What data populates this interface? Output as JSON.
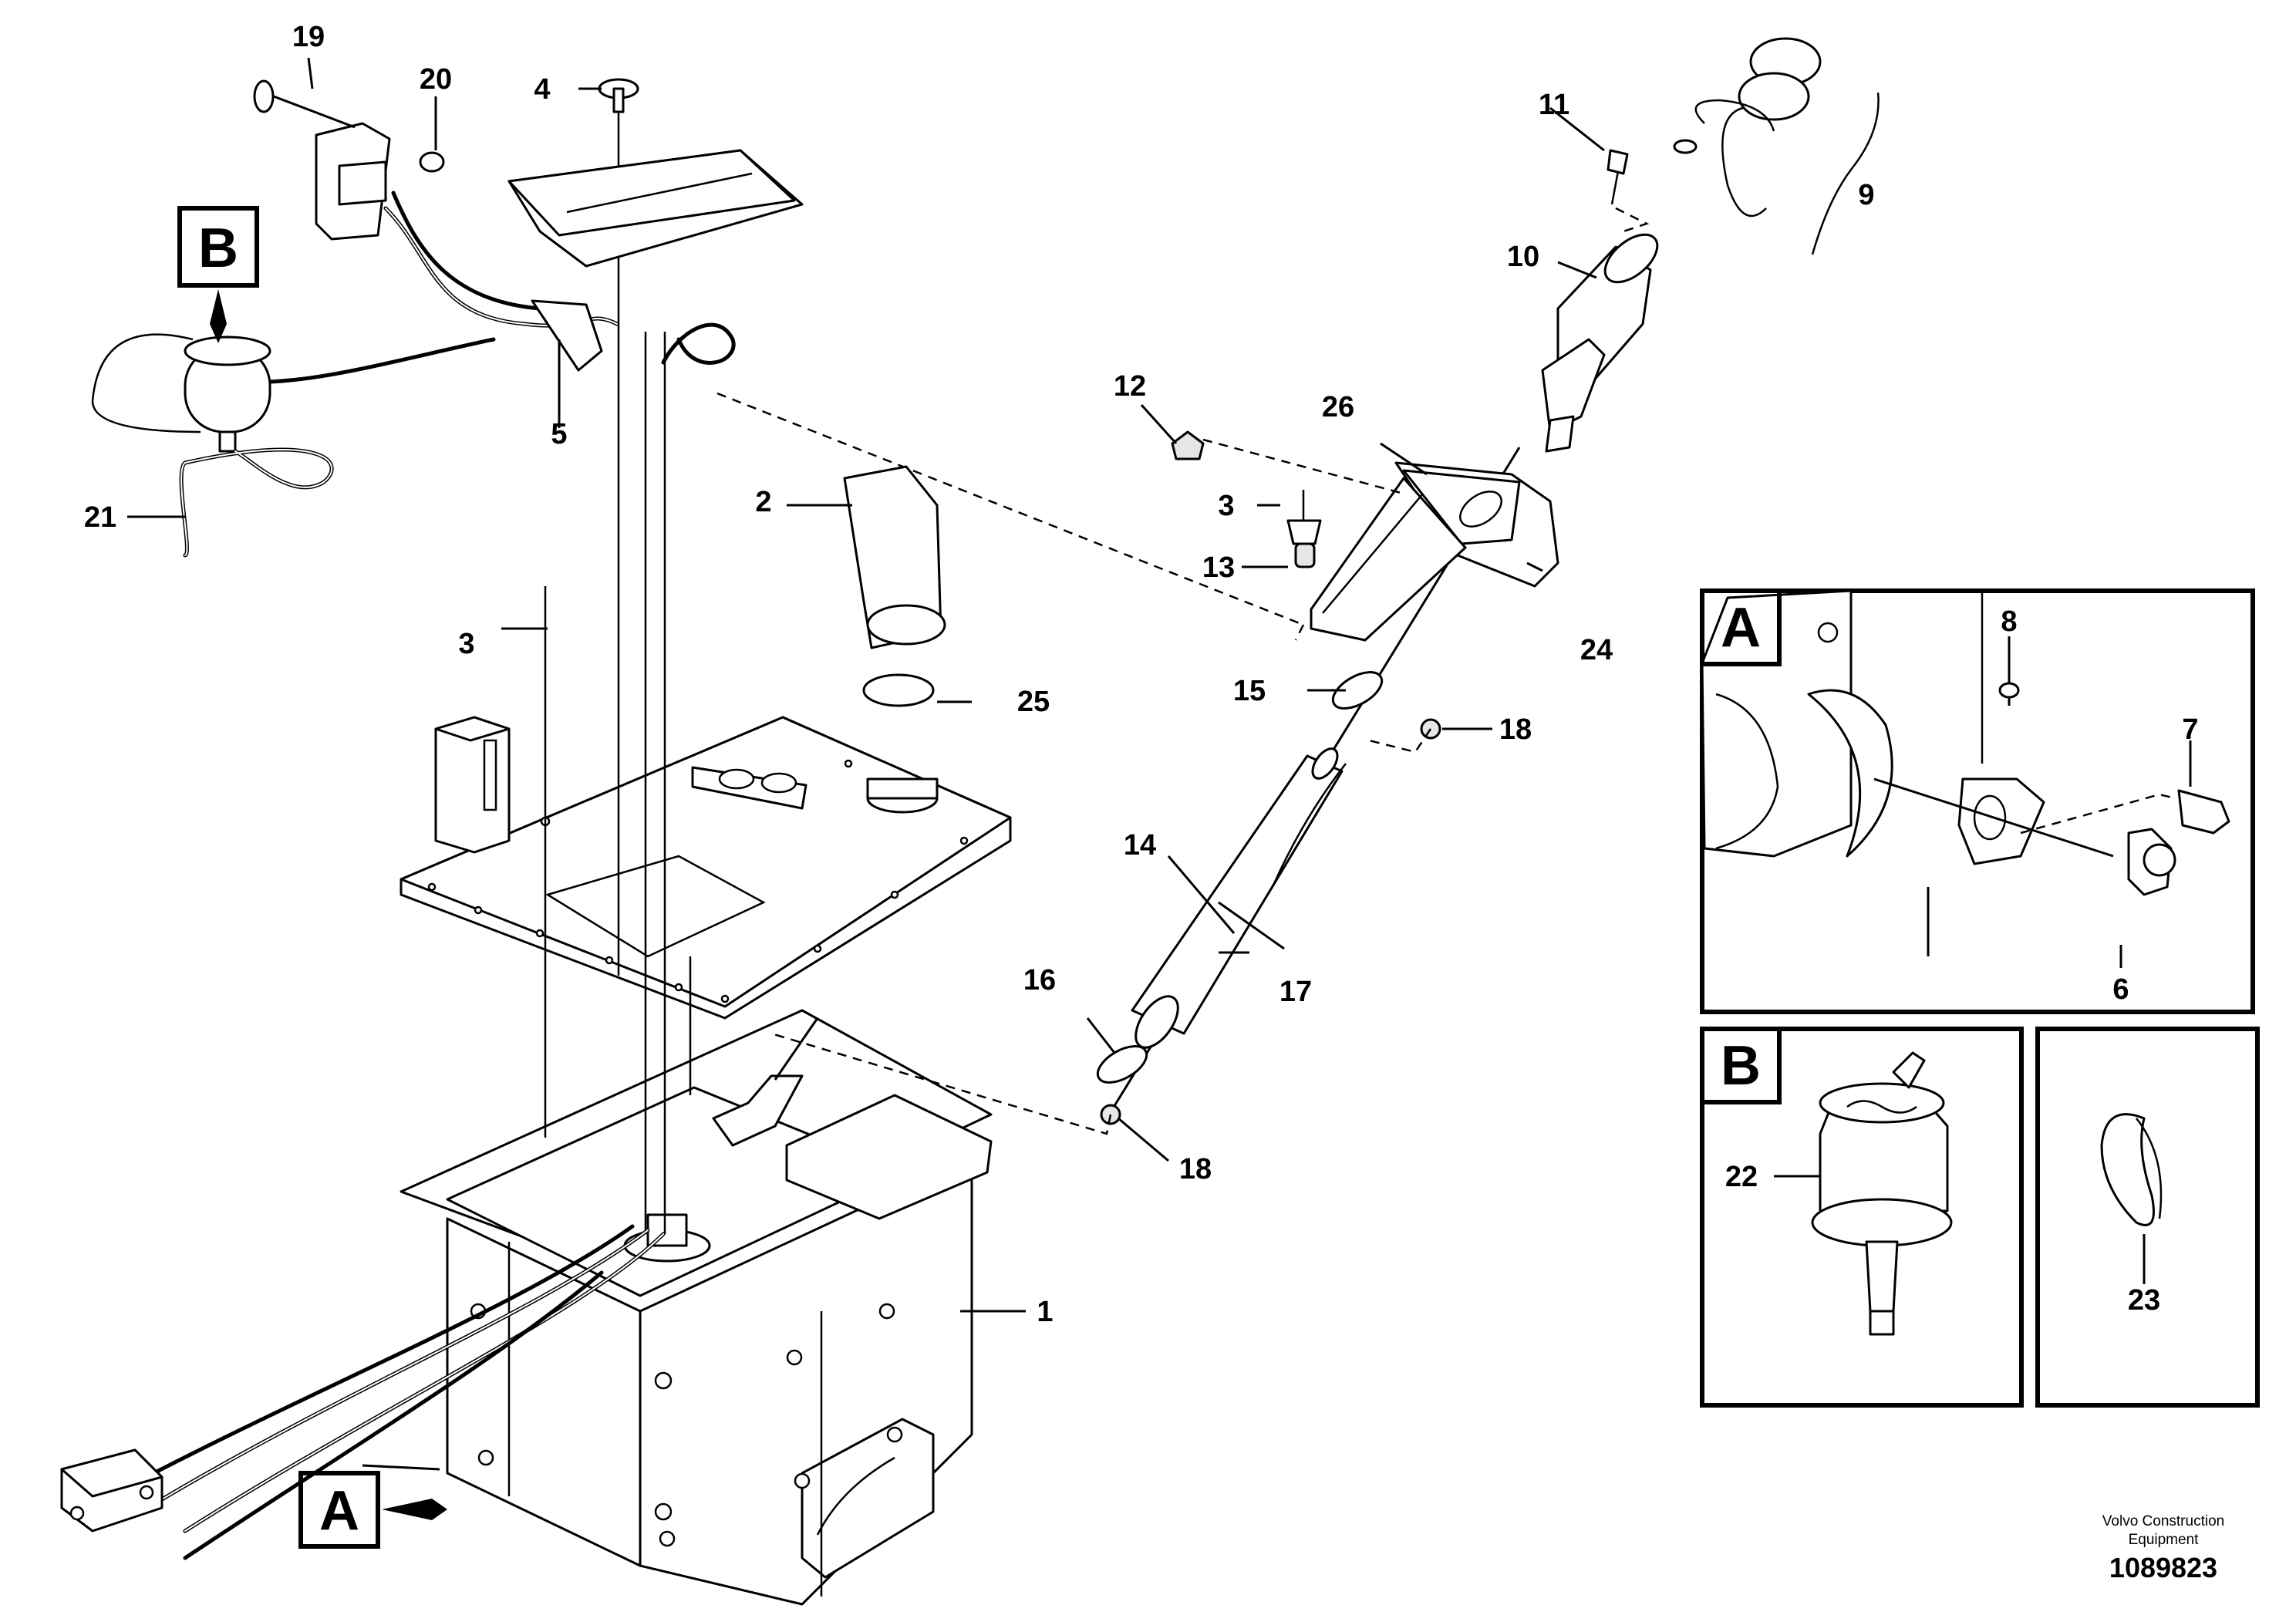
{
  "callouts": {
    "c1": "1",
    "c2": "2",
    "c3a": "3",
    "c3b": "3",
    "c4": "4",
    "c5": "5",
    "c6": "6",
    "c7": "7",
    "c8": "8",
    "c9": "9",
    "c10": "10",
    "c11": "11",
    "c12": "12",
    "c13": "13",
    "c14": "14",
    "c15": "15",
    "c16": "16",
    "c17": "17",
    "c18a": "18",
    "c18b": "18",
    "c19": "19",
    "c20": "20",
    "c21": "21",
    "c22": "22",
    "c23": "23",
    "c24": "24",
    "c25": "25",
    "c26": "26"
  },
  "view_labels": {
    "a_main": "A",
    "b_main": "B",
    "a_inset": "A",
    "b_inset": "B"
  },
  "credit": {
    "line1": "Volvo Construction",
    "line2": "Equipment",
    "doc_number": "1089823"
  }
}
